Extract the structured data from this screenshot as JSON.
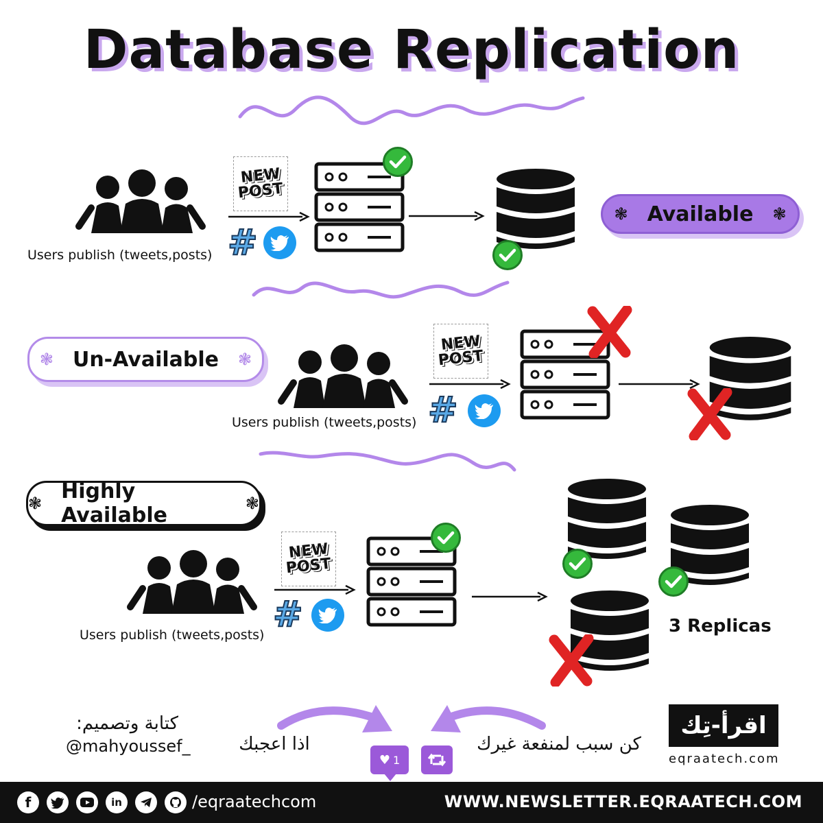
{
  "title": "Database Replication",
  "sections": {
    "available": {
      "caption": "Users publish (tweets,posts)",
      "status": "Available",
      "status_star": "❃"
    },
    "unavailable": {
      "caption": "Users publish (tweets,posts)",
      "status": "Un-Available",
      "status_star": "❃"
    },
    "highly": {
      "caption": "Users publish (tweets,posts)",
      "status": "Highly Available",
      "status_star": "❃",
      "replicas_label": "3 Replicas"
    }
  },
  "badge": {
    "new": "NEW",
    "post": "POST",
    "hash": "#"
  },
  "credits": {
    "line1": "كتابة وتصميم:",
    "handle": "@mahyoussef_"
  },
  "cta": {
    "left": "اذا اعجبك",
    "right": "كن سبب لمنفعة غيرك",
    "like_count": "1"
  },
  "logo": {
    "text": "اقرأ-تِك",
    "url": "eqraatech.com"
  },
  "footer": {
    "handle": "/eqraatechcom",
    "site": "WWW.NEWSLETTER.EQRAATECH.COM",
    "icons": [
      "facebook-icon",
      "twitter-icon",
      "youtube-icon",
      "linkedin-icon",
      "telegram-icon",
      "github-icon"
    ]
  },
  "colors": {
    "accent": "#a879e6",
    "check": "#35b93c",
    "cross": "#e02424",
    "twitter": "#1d9bf0"
  }
}
